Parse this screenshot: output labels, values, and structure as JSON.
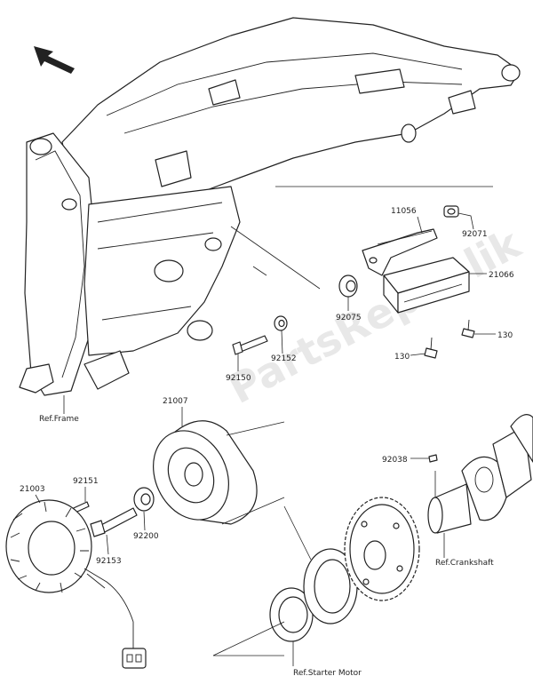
{
  "watermark": "PartsRepublik",
  "labels": {
    "p11056": "11056",
    "p92071": "92071",
    "p21066": "21066",
    "p92075": "92075",
    "p130a": "130",
    "p130b": "130",
    "p92152": "92152",
    "p92150": "92150",
    "p21007": "21007",
    "p21003": "21003",
    "p92151": "92151",
    "p92153": "92153",
    "p92200": "92200",
    "p92038": "92038"
  },
  "refs": {
    "frame": "Ref.Frame",
    "crankshaft": "Ref.Crankshaft",
    "starter_motor": "Ref.Starter Motor"
  },
  "icons": {
    "direction": "front-arrow-icon"
  }
}
